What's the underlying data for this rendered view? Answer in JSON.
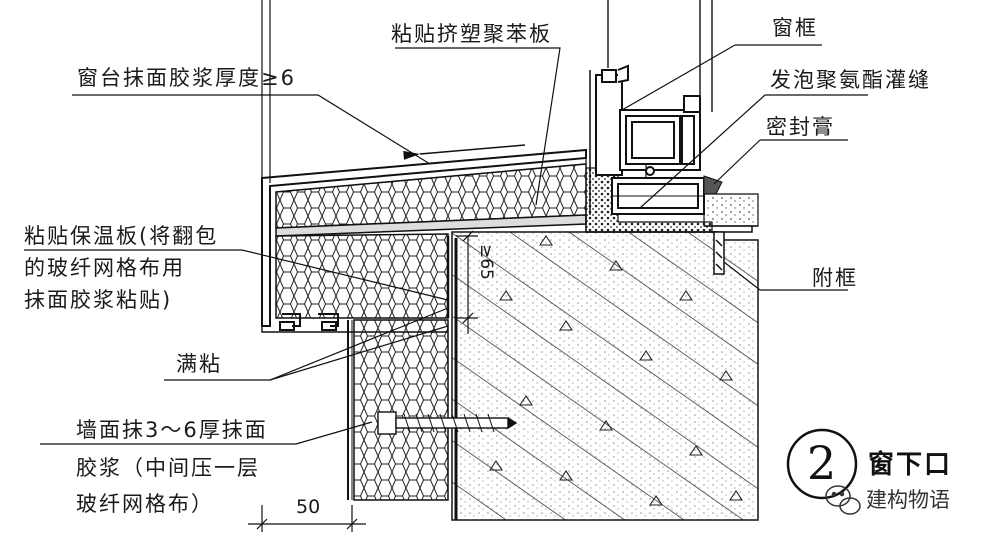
{
  "labels": {
    "xps_board": "粘贴挤塑聚苯板",
    "window_frame": "窗框",
    "sill_mortar": "窗台抹面胶浆厚度≥6",
    "pu_foam": "发泡聚氨酯灌缝",
    "sealant": "密封膏",
    "insulation_line1": "粘贴保温板(将翻包",
    "insulation_line2": "的玻纤网格布用",
    "insulation_line3": "抹面胶浆粘贴)",
    "sub_frame": "附框",
    "full_adhesive": "满粘",
    "wall_line1": "墙面抹3～6厚抹面",
    "wall_line2": "胶浆（中间压一层",
    "wall_line3": "玻纤网格布）"
  },
  "dimensions": {
    "width_50": "50",
    "vertical_dim": "≥65"
  },
  "detail": {
    "number": "2",
    "title": "窗下口"
  },
  "watermark": {
    "text": "建构物语"
  }
}
